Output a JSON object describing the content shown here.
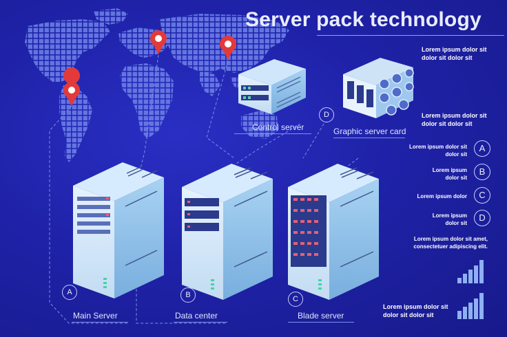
{
  "title": "Server pack technology",
  "texts": {
    "t1a": "Lorem ipsum dolor sit",
    "t1b": "dolor sit  dolor sit",
    "t2a": "Lorem ipsum dolor sit",
    "t2b": "dolor sit  dolor sit",
    "la1": "Lorem ipsum dolor sit",
    "la2": "dolor sit",
    "lb1": "Lorem ipsum",
    "lb2": "dolor sit",
    "lc1": "Lorem ipsum dolor",
    "ld1": "Lorem ipsum",
    "ld2": "dolor sit",
    "le1": "Lorem ipsum dolor sit amet,",
    "le2": "consectetuer adipiscing elit.",
    "b1": "Lorem ipsum dolor sit",
    "b2": "dolor sit  dolor sit"
  },
  "labels": {
    "control": "Control server",
    "graphic": "Graphic server card",
    "main": "Main Server",
    "data": "Data center",
    "blade": "Blade server"
  },
  "letters": {
    "a": "A",
    "b": "B",
    "c": "C",
    "d": "D"
  },
  "colors": {
    "background": "#1f22a8",
    "map_dot": "#6b7ee6",
    "pin": "#e23a3a",
    "server_face": "#dcecfa",
    "server_side": "#8fc0e6"
  },
  "icons": [
    "location-pin-icon",
    "bar-chart-icon"
  ]
}
